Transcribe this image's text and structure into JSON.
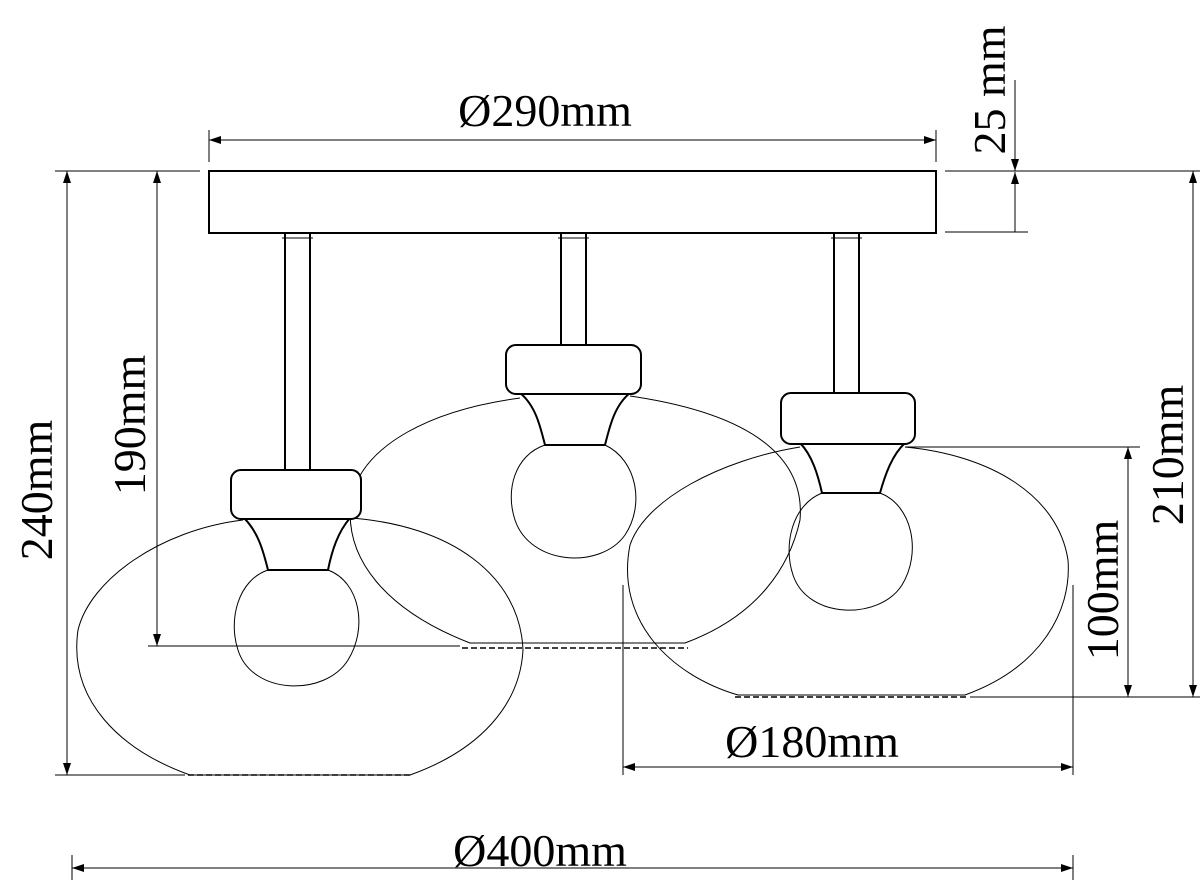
{
  "dimensions": {
    "canopy_diameter": "Ø290mm",
    "canopy_height": "25 mm",
    "total_height": "240mm",
    "drop_height": "190mm",
    "right_height": "210mm",
    "shade_height": "100mm",
    "shade_diameter": "Ø180mm",
    "total_width": "Ø400mm"
  }
}
